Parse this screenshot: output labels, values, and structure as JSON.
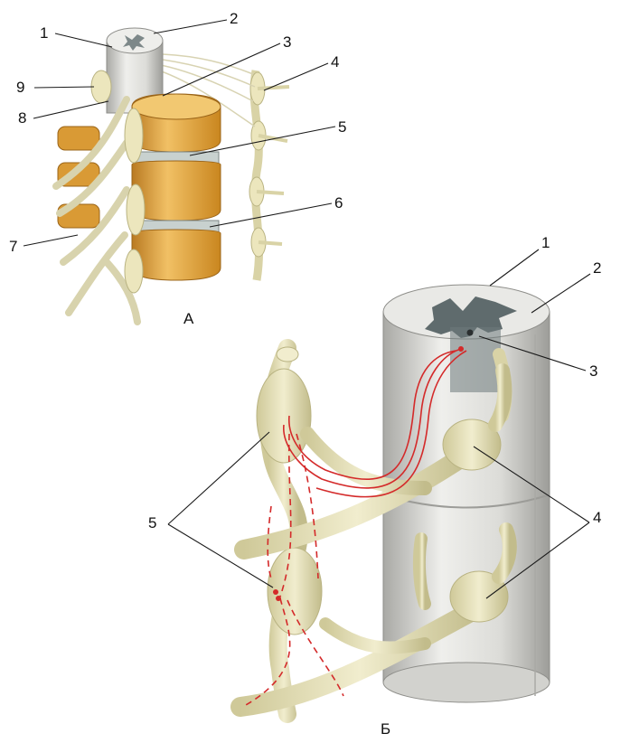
{
  "panels": {
    "a": {
      "letter": "А",
      "callouts": [
        "1",
        "2",
        "3",
        "4",
        "5",
        "6",
        "7",
        "8",
        "9"
      ]
    },
    "b": {
      "letter": "Б",
      "callouts": [
        "1",
        "2",
        "3",
        "4",
        "5"
      ]
    }
  },
  "colors": {
    "nerve": "#ece6bd",
    "nerve_shadow": "#b9b382",
    "cord_white": "#e4e4e1",
    "cord_shadow": "#b9b9b5",
    "grey_matter": "#5f6b6d",
    "vertebra": "#e2a94a",
    "vertebra_dark": "#b97a22",
    "disc": "#c8d1cf",
    "fiber": "#d42a2a"
  }
}
